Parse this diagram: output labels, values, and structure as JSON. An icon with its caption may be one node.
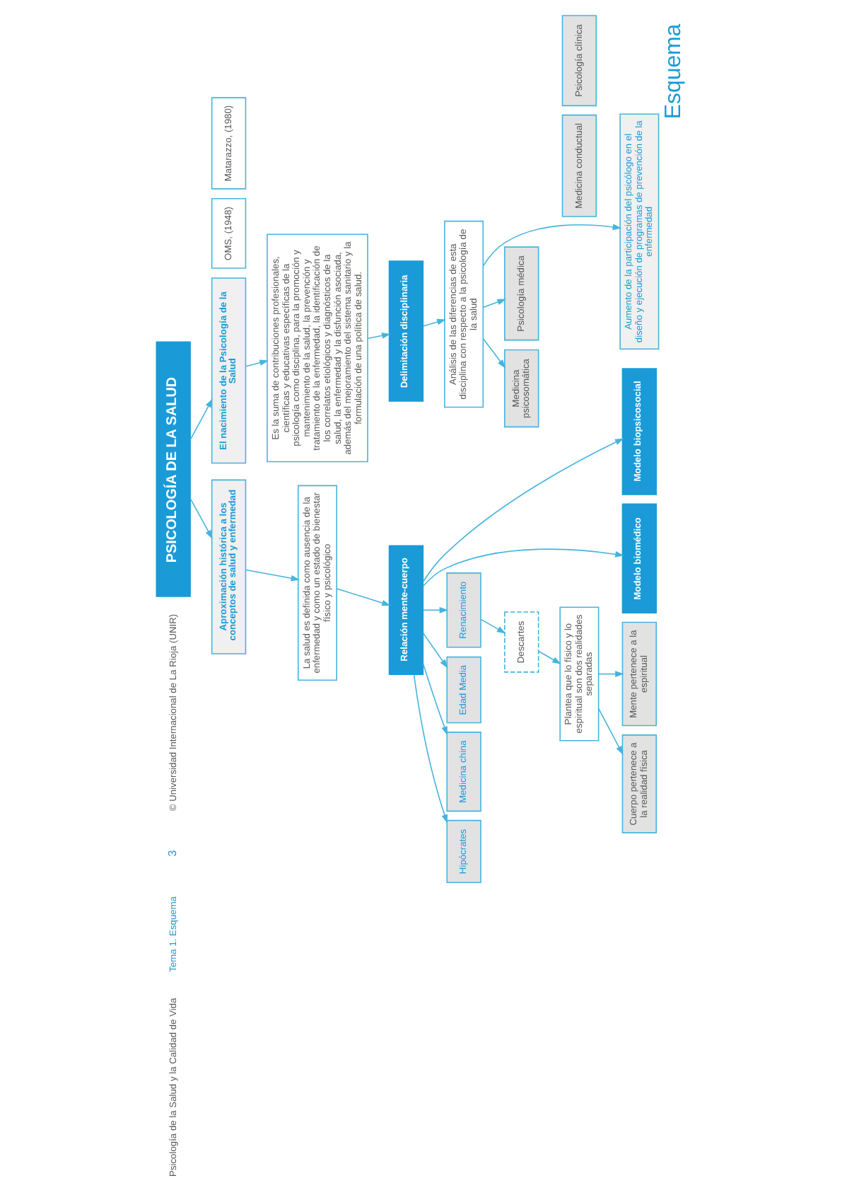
{
  "diagram": {
    "title": "Esquema",
    "nodes": [
      {
        "text": [
          "PSICOLOGÍA DE LA SALUD"
        ]
      },
      {
        "text": [
          "Aproximación histórica a los conceptos de salud y enfermedad"
        ]
      },
      {
        "text": [
          "OMS, (1948)"
        ]
      },
      {
        "text": [
          "El nacimiento de la Psicología de la Salud"
        ]
      },
      {
        "text": [
          "Matarazzo, (1980)"
        ]
      },
      {
        "text": [
          "La salud es definida como ausencia de la enfermedad y como un estado de bienestar físico y psicológico"
        ]
      },
      {
        "text": [
          "Es la suma de contribuciones profesionales, científicas y educativas específicas de la psicología como disciplina, para la promoción y mantenimiento de la salud, la prevención y tratamiento de la enfermedad, la identificación de los correlatos etiológicos y diagnósticos de la salud, la enfermedad y la disfunción asociada, además del mejoramiento del sistema sanitario y la formulación de una política de salud."
        ]
      },
      {
        "text": [
          "Relación mente-cuerpo"
        ]
      },
      {
        "text": [
          "Delimitación disciplinaria"
        ]
      },
      {
        "text": [
          "Hipócrates"
        ]
      },
      {
        "text": [
          "Medicina china"
        ]
      },
      {
        "text": [
          "Edad Media"
        ]
      },
      {
        "text": [
          "Renacimiento"
        ]
      },
      {
        "text": [
          "Descartes"
        ]
      },
      {
        "text": [
          "Plantea que lo físico y lo espiritual son dos realidades separadas"
        ]
      },
      {
        "text": [
          "Cuerpo pertenece a la realidad física"
        ]
      },
      {
        "text": [
          "Mente pertenece a la espiritual"
        ]
      },
      {
        "text": [
          "Modelo biomédico"
        ]
      },
      {
        "text": [
          "Modelo biopsicosocial"
        ]
      },
      {
        "text": [
          "Análisis de las diferencias de esta disciplina con respecto a la psicología de la salud"
        ]
      },
      {
        "text": [
          "Medicina psicosomática"
        ]
      },
      {
        "text": [
          "Medicina conductual"
        ]
      },
      {
        "text": [
          "Psicología médica"
        ]
      },
      {
        "text": [
          "Psicología clínica"
        ]
      },
      {
        "text": [
          "Aumento de la participación del psicólogo en el diseño y ejecución de programas de prevención de la enfermedad"
        ]
      }
    ],
    "edges": [
      {
        "from": 0,
        "to": 1,
        "arrow": "to"
      },
      {
        "from": 0,
        "to": 3,
        "arrow": "to"
      },
      {
        "from": 1,
        "to": 5,
        "arrow": "to"
      },
      {
        "from": 3,
        "to": 6,
        "arrow": "to"
      },
      {
        "from": 5,
        "to": 7,
        "arrow": "to"
      },
      {
        "from": 6,
        "to": 8,
        "arrow": "to"
      },
      {
        "from": 7,
        "to": 9,
        "arrow": "to"
      },
      {
        "from": 7,
        "to": 10,
        "arrow": "to"
      },
      {
        "from": 7,
        "to": 11,
        "arrow": "to"
      },
      {
        "from": 7,
        "to": 12,
        "arrow": "to"
      },
      {
        "from": 12,
        "to": 13,
        "arrow": "to"
      },
      {
        "from": 13,
        "to": 14,
        "arrow": "to"
      },
      {
        "from": 14,
        "to": 15,
        "arrow": "to"
      },
      {
        "from": 14,
        "to": 16,
        "arrow": "to"
      },
      {
        "from": 7,
        "to": 17,
        "arrow": "to"
      },
      {
        "from": 7,
        "to": 18,
        "arrow": "to"
      },
      {
        "from": 8,
        "to": 19,
        "arrow": "to"
      },
      {
        "from": 19,
        "to": 20,
        "arrow": "to"
      },
      {
        "from": 19,
        "to": 22,
        "arrow": "to"
      },
      {
        "from": 19,
        "to": 24,
        "arrow": "to"
      }
    ],
    "labels": [
      "Psicología de la Salud y la Calidad de Vida",
      "Tema 1. Esquema",
      "3",
      "© Universidad Internacional de La Rioja (UNIR)"
    ]
  }
}
